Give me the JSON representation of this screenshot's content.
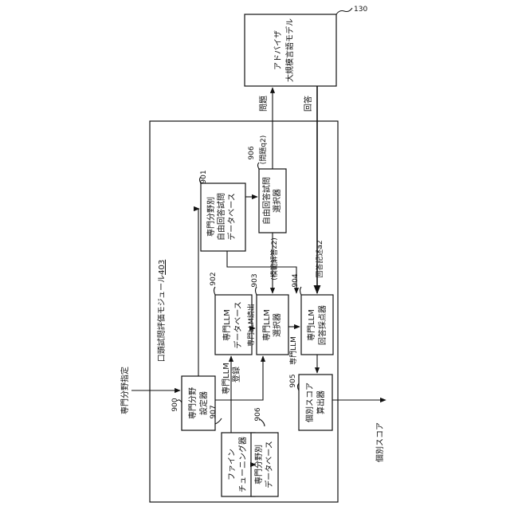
{
  "refs": {
    "advisor": "130",
    "module": "403",
    "field_db": "901",
    "llm_db": "902",
    "llm_selector": "903",
    "scorer": "904",
    "score_calc": "905",
    "free_selector": "906",
    "field_data_db": "906",
    "finetuner": "907",
    "field_setter": "900"
  },
  "advisor_box": {
    "line1": "アドバイザ",
    "line2": "大規模言語モデル"
  },
  "module_label": {
    "prefix": "口頭試問評価モジュール",
    "ref": "403"
  },
  "boxes": {
    "field_db": [
      "専門分野別",
      "自由回答試問",
      "データベース"
    ],
    "free_selector": [
      "自由回答試問",
      "選択器"
    ],
    "llm_db": [
      "専門LLM",
      "データベース"
    ],
    "llm_selector": [
      "専門LLM",
      "選択器"
    ],
    "scorer": [
      "専門LLM",
      "回答採点器"
    ],
    "score_calc": [
      "個別スコア",
      "算出器"
    ],
    "field_setter": [
      "専門分野",
      "設定器"
    ],
    "finetuner": [
      "ファイン",
      "チューニング器"
    ],
    "field_data_db": [
      "専門分野別",
      "データベース"
    ]
  },
  "labels": {
    "question": "問題",
    "answer": "回答",
    "question_q2": "(問題q2)",
    "model_answer": "(模範解答z2)",
    "answer_desc": "回答記述a2",
    "llm_read": "専門LLM読出",
    "llm": "専門LLM",
    "llm_register": "専門LLM\n登録",
    "field_spec": "専門分野指定",
    "indiv_score": "個別スコア"
  }
}
